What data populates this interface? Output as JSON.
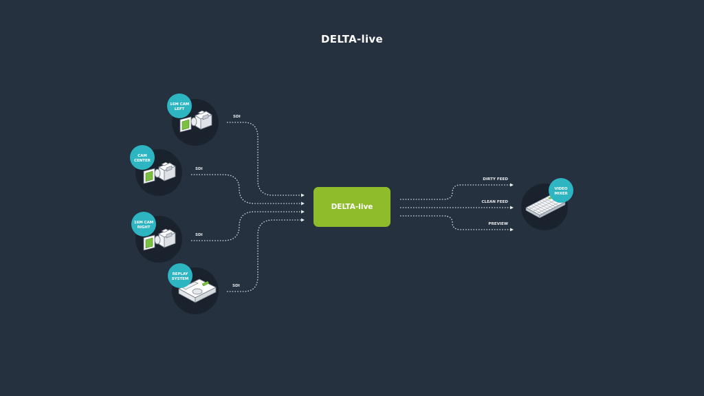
{
  "title": "DELTA-live",
  "colors": {
    "background": "#26313f",
    "hub": "#8fbc2a",
    "badge": "#2db6c2",
    "device_circle": "#19222d",
    "connector": "#d9dde2",
    "device_accent": "#7ac142"
  },
  "hub": {
    "label": "DELTA-live"
  },
  "sources": [
    {
      "badge": [
        "16M CAM",
        "LEFT"
      ],
      "icon": "camera-icon",
      "link_label": "SDI"
    },
    {
      "badge": [
        "CAM",
        "CENTER"
      ],
      "icon": "camera-icon",
      "link_label": "SDI"
    },
    {
      "badge": [
        "16M CAM",
        "RIGHT"
      ],
      "icon": "camera-icon",
      "link_label": "SDI"
    },
    {
      "badge": [
        "REPLAY",
        "SYSTEM"
      ],
      "icon": "replay-controller-icon",
      "link_label": "SDI"
    }
  ],
  "outputs": [
    {
      "label": "DIRTY FEED"
    },
    {
      "label": "CLEAN FEED"
    },
    {
      "label": "PREVIEW"
    }
  ],
  "destination": {
    "badge": [
      "VIDEO",
      "MIXER"
    ],
    "icon": "video-mixer-icon"
  }
}
